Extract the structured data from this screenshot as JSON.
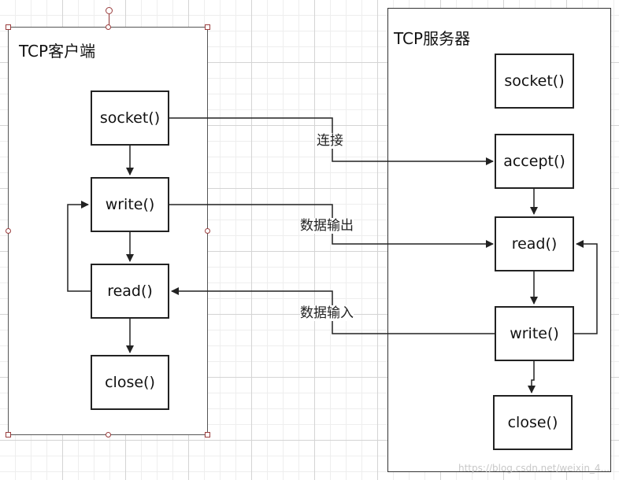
{
  "client": {
    "title": "TCP客户端",
    "nodes": {
      "socket": "socket()",
      "write": "write()",
      "read": "read()",
      "close": "close()"
    }
  },
  "server": {
    "title": "TCP服务器",
    "nodes": {
      "socket": "socket()",
      "accept": "accept()",
      "read": "read()",
      "write": "write()",
      "close": "close()"
    }
  },
  "edges": {
    "connect": "连接",
    "data_out": "数据输出",
    "data_in": "数据输入"
  },
  "watermark": "https://blog.csdn.net/weixin_4..."
}
